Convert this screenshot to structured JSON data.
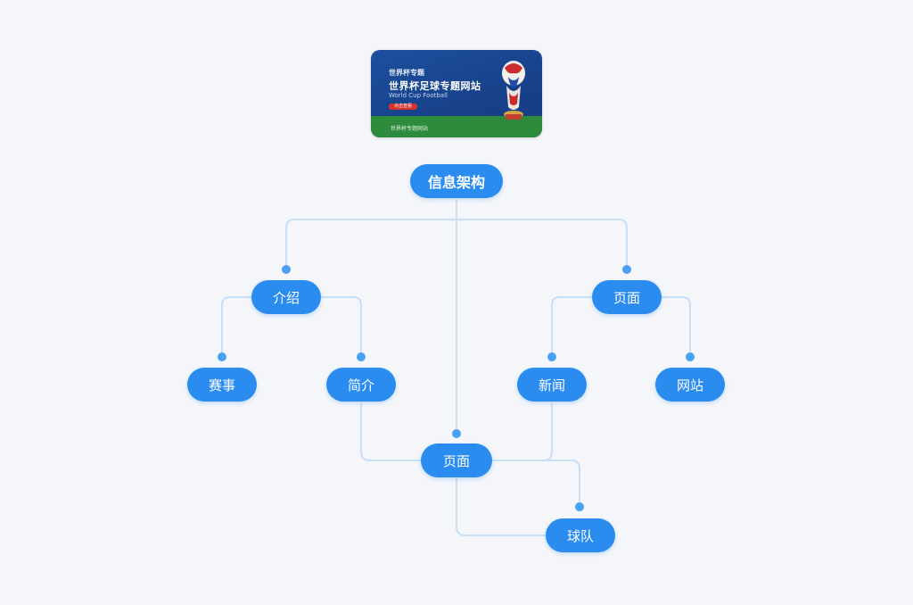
{
  "banner": {
    "line1": "世界杯专题",
    "line2": "世界杯足球专题网站",
    "line3": "World Cup Football",
    "badge": "点击查看",
    "footer": "世界杯专题网站"
  },
  "nodes": {
    "root": "信息架构",
    "left": "介绍",
    "right": "页面",
    "leaf1": "赛事",
    "leaf2": "简介",
    "leaf3": "新闻",
    "leaf4": "网站",
    "center": "页面",
    "bottom": "球队"
  },
  "colors": {
    "node": "#2b8cf0",
    "link": "#c7dff7",
    "dot": "#4aa0f2",
    "background": "#f4f6fa"
  }
}
